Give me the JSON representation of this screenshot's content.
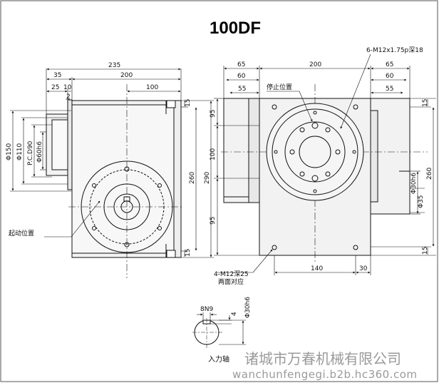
{
  "title": "100DF",
  "left_view": {
    "top_dims": [
      "235",
      "35",
      "200",
      "25",
      "10",
      "100",
      "2"
    ],
    "side_dims": [
      "Φ150",
      "Φ110",
      "P.C.D90",
      "Φ60h6"
    ],
    "right_dims": [
      "15",
      "260",
      "290",
      "15"
    ],
    "callout_start": "起动位置"
  },
  "right_view": {
    "hole_note": "6-M12x1.75p深18",
    "top_dims": [
      "65",
      "200",
      "65",
      "60",
      "60",
      "55",
      "55"
    ],
    "stop_label": "停止位置",
    "left_dims": [
      "95",
      "100",
      "95"
    ],
    "right_dims": [
      "15",
      "Φ30h6",
      "260",
      "Φ35",
      "15"
    ],
    "bottom_dims": [
      "140",
      "30"
    ],
    "tap_note": "4-M12深25",
    "tap_note2": "两面对应"
  },
  "shaft_detail": {
    "dims": [
      "8N9",
      "4",
      "Φ30h6"
    ],
    "label": "入力轴"
  },
  "watermark": {
    "cn": "诸城市万春机械有限公司",
    "url": "wanchunfengegi.b2b.hc360.com"
  },
  "colors": {
    "line": "#111111",
    "fill": "#f2f2f2",
    "watermark": "#9a9a9a"
  }
}
